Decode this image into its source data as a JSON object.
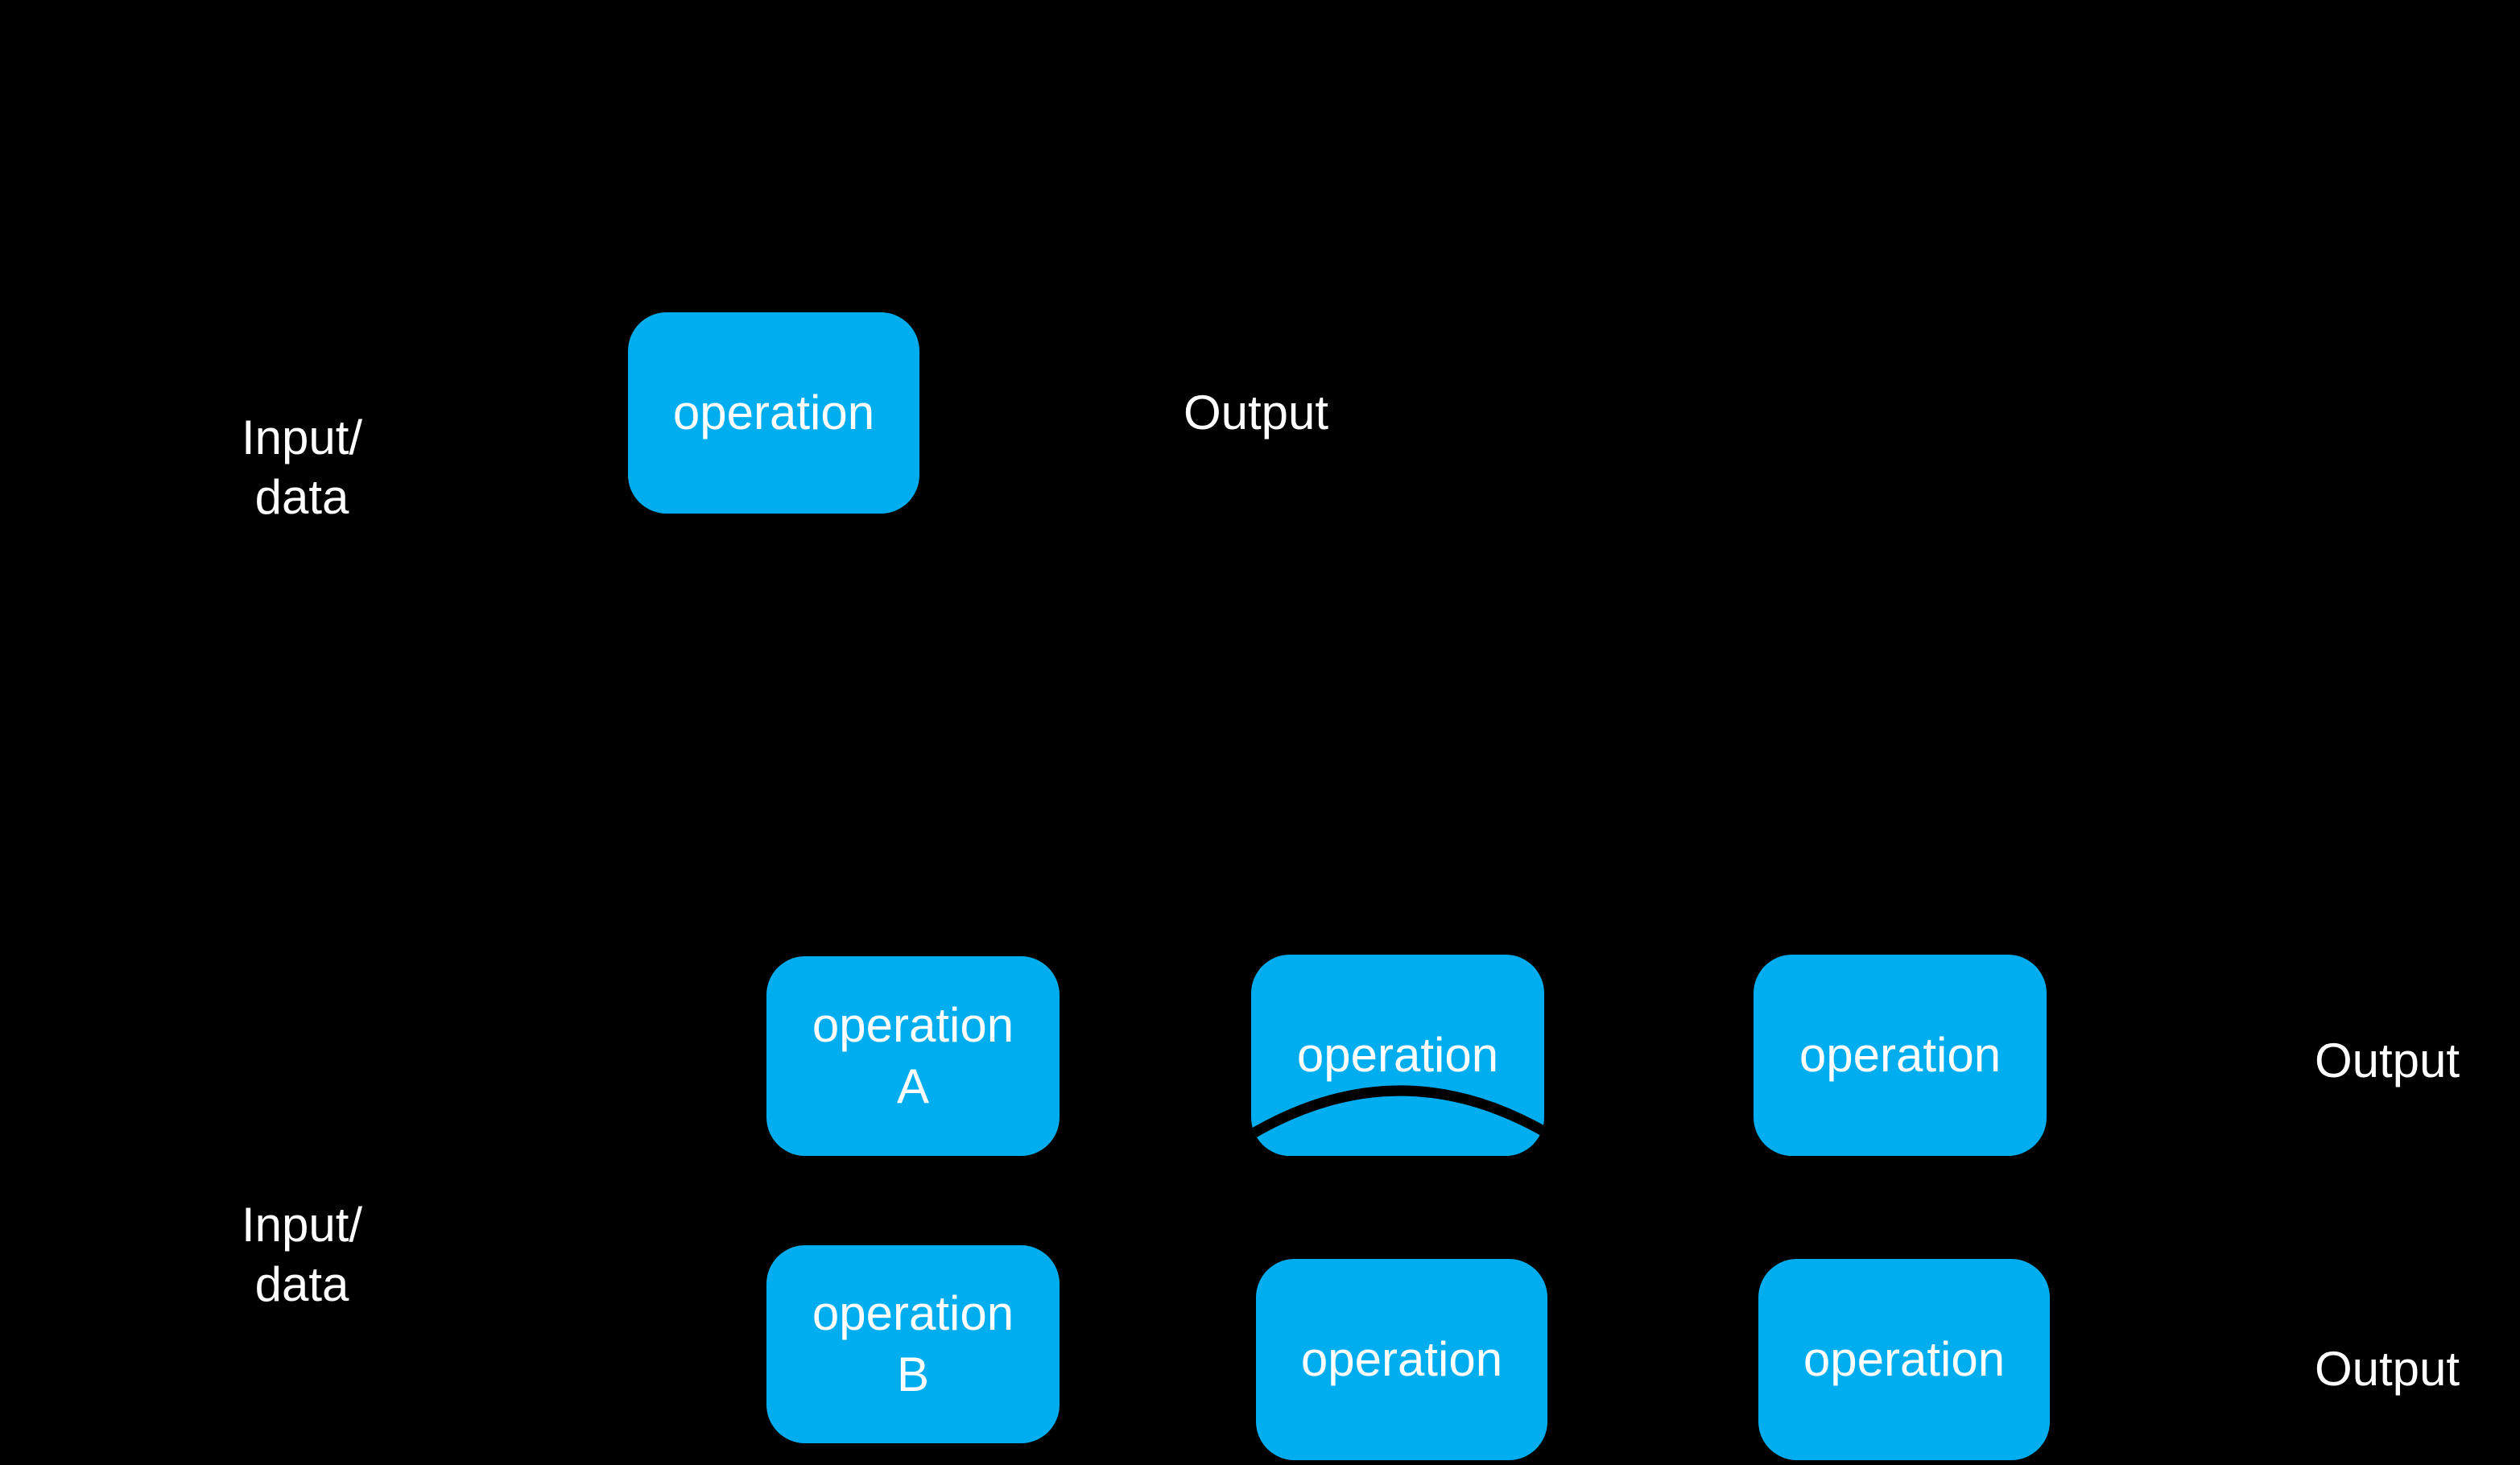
{
  "canvas": {
    "background_color": "#000000",
    "box_fill_color": "#00AEEF",
    "text_color": "#ffffff",
    "connector_color": "#000000"
  },
  "top_diagram": {
    "input_label": {
      "line1": "Input/",
      "line2": "data"
    },
    "operation_box": {
      "label": "operation"
    },
    "output_label": "Output"
  },
  "bottom_diagram": {
    "input_label": {
      "line1": "Input/",
      "line2": "data"
    },
    "rows": [
      {
        "boxes": [
          {
            "line1": "operation",
            "line2": "A"
          },
          {
            "label": "operation",
            "has_crossing_arc": true
          },
          {
            "label": "operation"
          }
        ],
        "output_label": "Output"
      },
      {
        "boxes": [
          {
            "line1": "operation",
            "line2": "B"
          },
          {
            "label": "operation"
          },
          {
            "label": "operation"
          }
        ],
        "output_label": "Output"
      }
    ]
  }
}
